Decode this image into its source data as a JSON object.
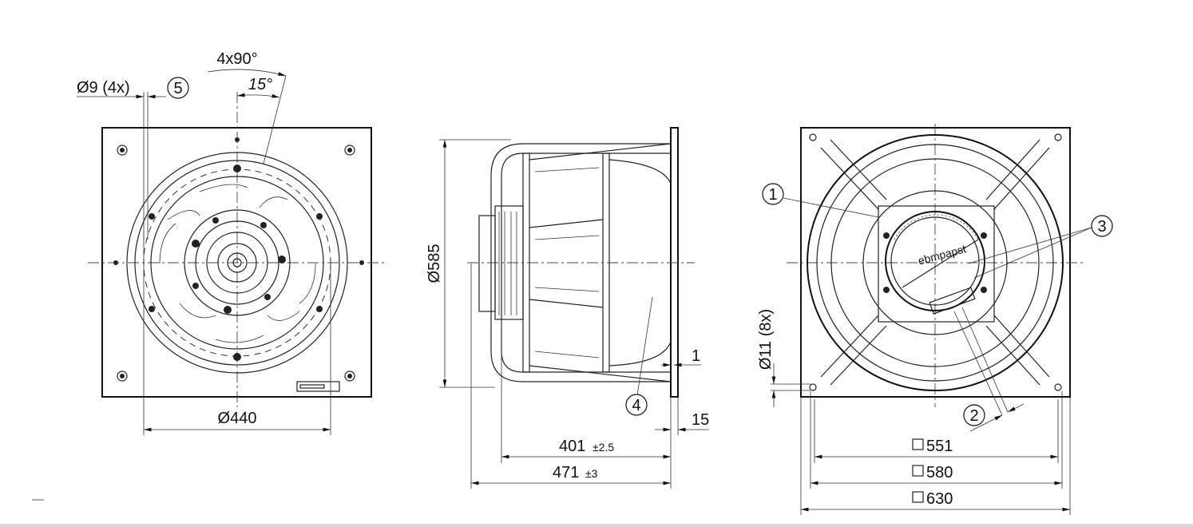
{
  "front_view": {
    "hole_label": "Ø9 (4x)",
    "angle_pattern": "4x90°",
    "angle_offset": "15°",
    "diameter": "Ø440",
    "callout": "5"
  },
  "side_view": {
    "diameter": "Ø585",
    "length_inner": "401",
    "length_inner_tol": "±2.5",
    "length_total": "471",
    "length_total_tol": "±3",
    "flange_thickness": "15",
    "gap": "1",
    "callout": "4"
  },
  "rear_view": {
    "hole_label": "Ø11 (8x)",
    "square_1": "551",
    "square_2": "580",
    "square_3": "630",
    "callouts": [
      "1",
      "2",
      "3"
    ],
    "logo_text": "ebmpapst"
  },
  "colors": {
    "line": "#222222",
    "background": "#ffffff"
  }
}
